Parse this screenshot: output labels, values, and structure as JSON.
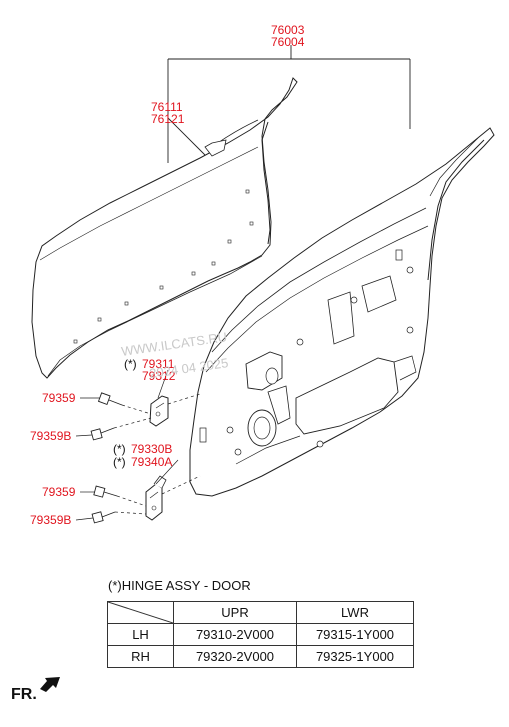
{
  "callouts": {
    "door_assy_lh": "76003",
    "door_assy_rh": "76004",
    "panel_lh": "76111",
    "panel_rh": "76121",
    "bolt_upper_1": "79359",
    "bolt_upper_2": "79359B",
    "bolt_lower_1": "79359",
    "bolt_lower_2": "79359B",
    "hinge_upper_marker": "(*)",
    "hinge_upper_1": "79311",
    "hinge_upper_2": "79312",
    "hinge_lower_marker_1": "(*)",
    "hinge_lower_marker_2": "(*)",
    "hinge_lower_1": "79330B",
    "hinge_lower_2": "79340A"
  },
  "watermark": {
    "line1": "WWW.ILCATS.RU",
    "line2": "2024 04 2025"
  },
  "note": {
    "marker": "(*)",
    "text": "HINGE ASSY - DOOR"
  },
  "table": {
    "header": [
      "",
      "UPR",
      "LWR"
    ],
    "rows": [
      {
        "side": "LH",
        "upr": "79310-2V000",
        "lwr": "79315-1Y000"
      },
      {
        "side": "RH",
        "upr": "79320-2V000",
        "lwr": "79325-1Y000"
      }
    ]
  },
  "direction": {
    "label": "FR."
  },
  "colors": {
    "callout": "#e0141e",
    "line": "#222222"
  }
}
